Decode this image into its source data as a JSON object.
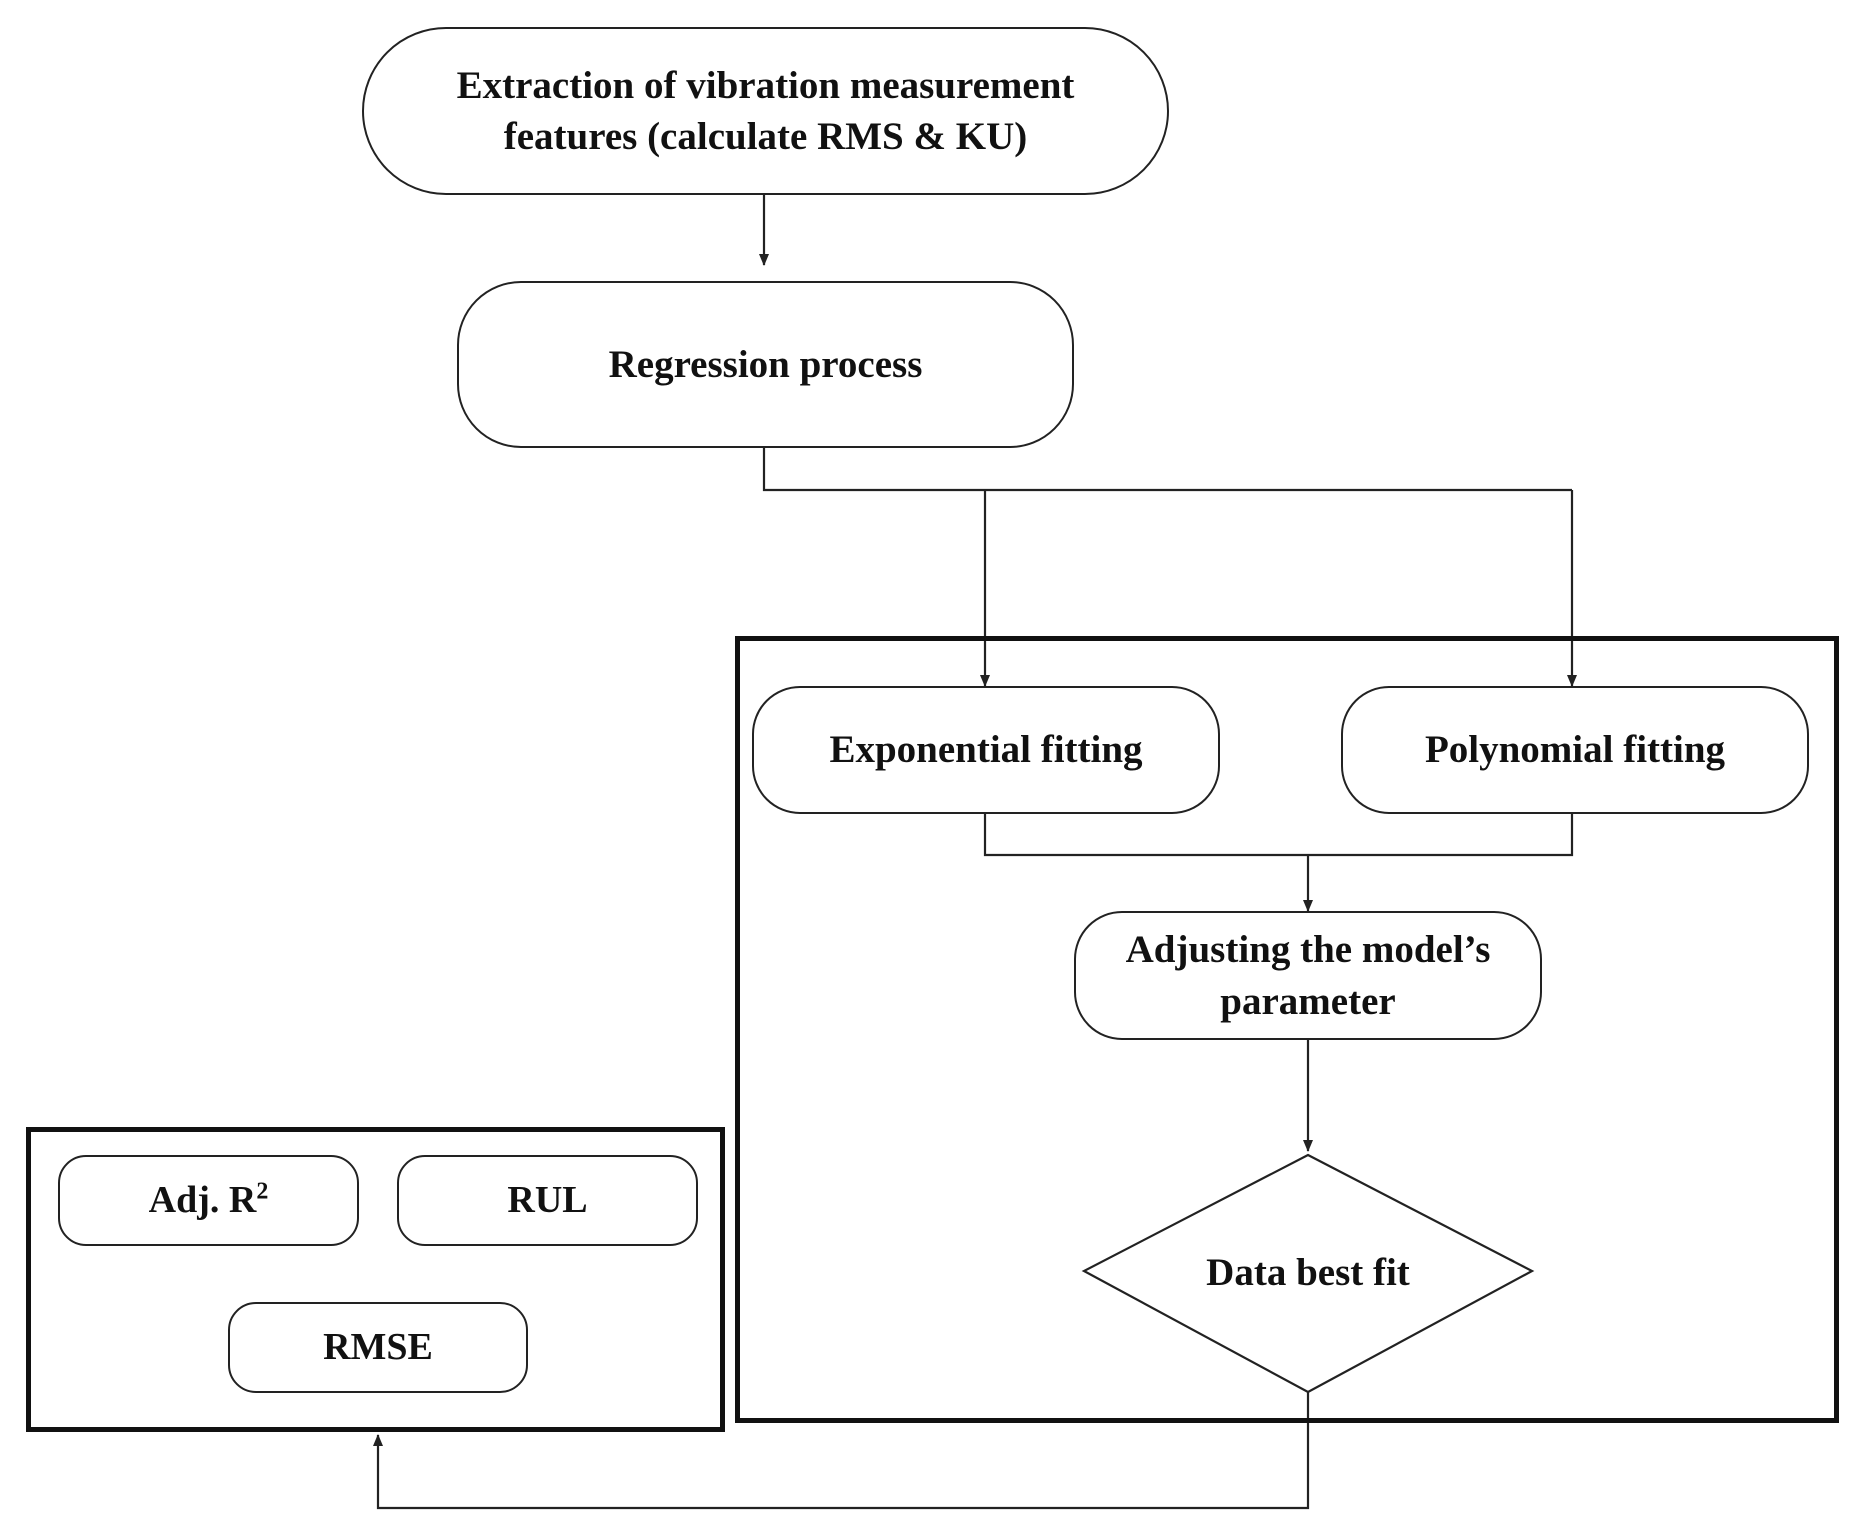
{
  "nodes": {
    "extraction": "Extraction of vibration measurement\nfeatures (calculate RMS & KU)",
    "regression": "Regression process",
    "exponential": "Exponential fitting",
    "polynomial": "Polynomial fitting",
    "adjusting": "Adjusting the model’s\nparameter",
    "decision": "Data best fit",
    "adj_r2": "Adj. R",
    "adj_r2_sup": "2",
    "rul": "RUL",
    "rmse": "RMSE"
  },
  "colors": {
    "stroke": "#222222",
    "frame": "#111111",
    "text": "#111111"
  }
}
